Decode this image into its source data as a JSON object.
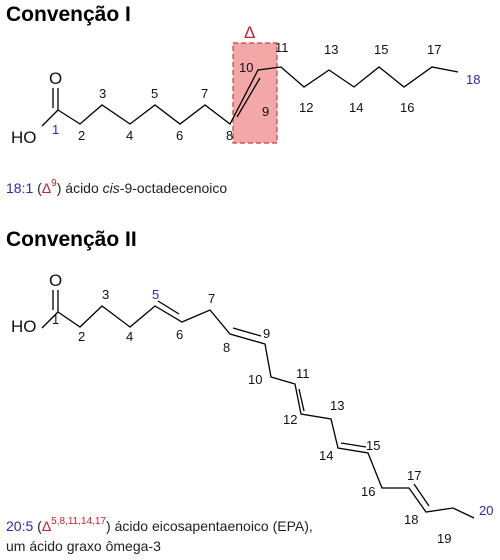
{
  "convention1": {
    "title": "Convenção I",
    "delta_symbol": "Δ",
    "atom_O": "O",
    "atom_HO": "HO",
    "carbon_labels": [
      "1",
      "2",
      "3",
      "4",
      "5",
      "6",
      "7",
      "8",
      "9",
      "10",
      "11",
      "12",
      "13",
      "14",
      "15",
      "16",
      "17",
      "18"
    ],
    "caption": {
      "formula": "18:1",
      "open": " (",
      "delta": "Δ",
      "delta_sup": "9",
      "close": ") ácido ",
      "cis": "cis",
      "rest": "-9-octadecenoico"
    }
  },
  "convention2": {
    "title": "Convenção II",
    "atom_O": "O",
    "atom_HO": "HO",
    "carbon_labels": [
      "1",
      "2",
      "3",
      "4",
      "5",
      "6",
      "7",
      "8",
      "9",
      "10",
      "11",
      "12",
      "13",
      "14",
      "15",
      "16",
      "17",
      "18",
      "19",
      "20"
    ],
    "caption": {
      "formula": "20:5",
      "open": " (",
      "delta": "Δ",
      "delta_sup": "5,8,11,14,17",
      "close": ") ácido eicosapentaenoico (EPA),",
      "line2": "um ácido graxo ômega-3"
    }
  },
  "colors": {
    "highlight_fill": "#f4a7a7",
    "highlight_border": "#d23a3a",
    "blue": "#2a2aa8",
    "red": "#c8202a"
  }
}
